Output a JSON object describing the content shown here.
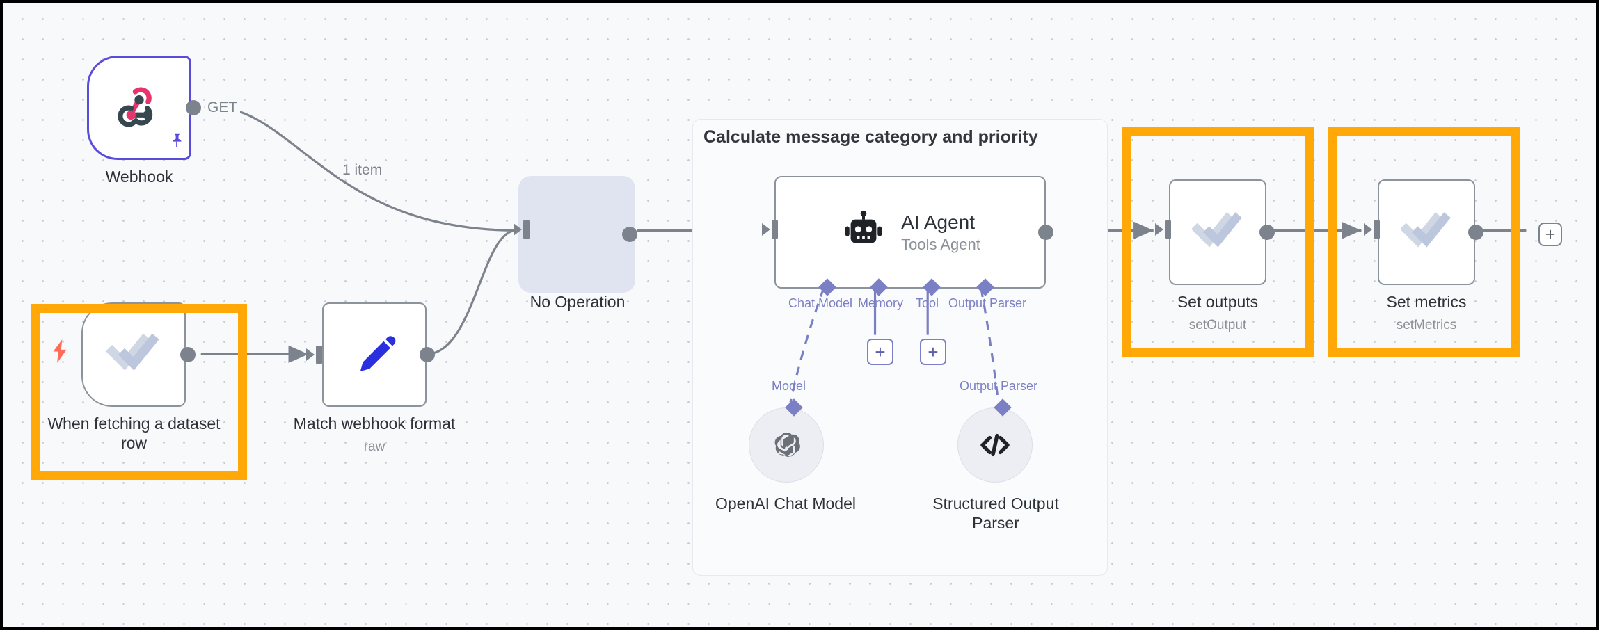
{
  "app": {
    "type": "workflow-canvas",
    "title": "n8n workflow editor canvas"
  },
  "canvas": {
    "background_color": "#f7f9fb",
    "grid_dot_color": "#c9ced6",
    "highlight_color": "#ffa808",
    "accent_purple": "#5a4bdb",
    "ai_connector_color": "#7b7fc4",
    "connector_color": "#7d838c"
  },
  "group": {
    "title": "Calculate message category and priority"
  },
  "nodes": {
    "webhook": {
      "label": "Webhook",
      "icon": "webhook-icon",
      "output_port_label": "GET",
      "pinned": true,
      "is_trigger": true
    },
    "dataset_trigger": {
      "label": "When fetching a dataset row",
      "icon": "double-check-icon",
      "is_trigger": true,
      "highlighted": true
    },
    "match_webhook": {
      "label": "Match webhook format",
      "sublabel": "raw",
      "icon": "pencil-icon"
    },
    "no_operation": {
      "label": "No Operation",
      "icon": "arrow-right-icon",
      "selected": true
    },
    "ai_agent": {
      "label": "AI Agent",
      "sublabel": "Tools Agent",
      "icon": "robot-icon"
    },
    "openai_chat_model": {
      "label": "OpenAI Chat Model",
      "icon": "openai-icon",
      "port_label": "Model"
    },
    "structured_output_parser": {
      "label": "Structured Output Parser",
      "icon": "code-brackets-icon",
      "port_label": "Output Parser"
    },
    "set_outputs": {
      "label": "Set outputs",
      "sublabel": "setOutput",
      "icon": "double-check-icon",
      "highlighted": true
    },
    "set_metrics": {
      "label": "Set metrics",
      "sublabel": "setMetrics",
      "icon": "double-check-icon",
      "highlighted": true
    }
  },
  "ai_ports": [
    {
      "key": "chat_model",
      "label": "Chat Model",
      "connected": true
    },
    {
      "key": "memory",
      "label": "Memory",
      "connected": false
    },
    {
      "key": "tool",
      "label": "Tool",
      "connected": false
    },
    {
      "key": "output_parser",
      "label": "Output Parser",
      "connected": true
    }
  ],
  "edges": {
    "webhook_to_noop_label": "1 item"
  },
  "buttons": {
    "add_node_end": "+",
    "add_memory": "+",
    "add_tool": "+"
  }
}
